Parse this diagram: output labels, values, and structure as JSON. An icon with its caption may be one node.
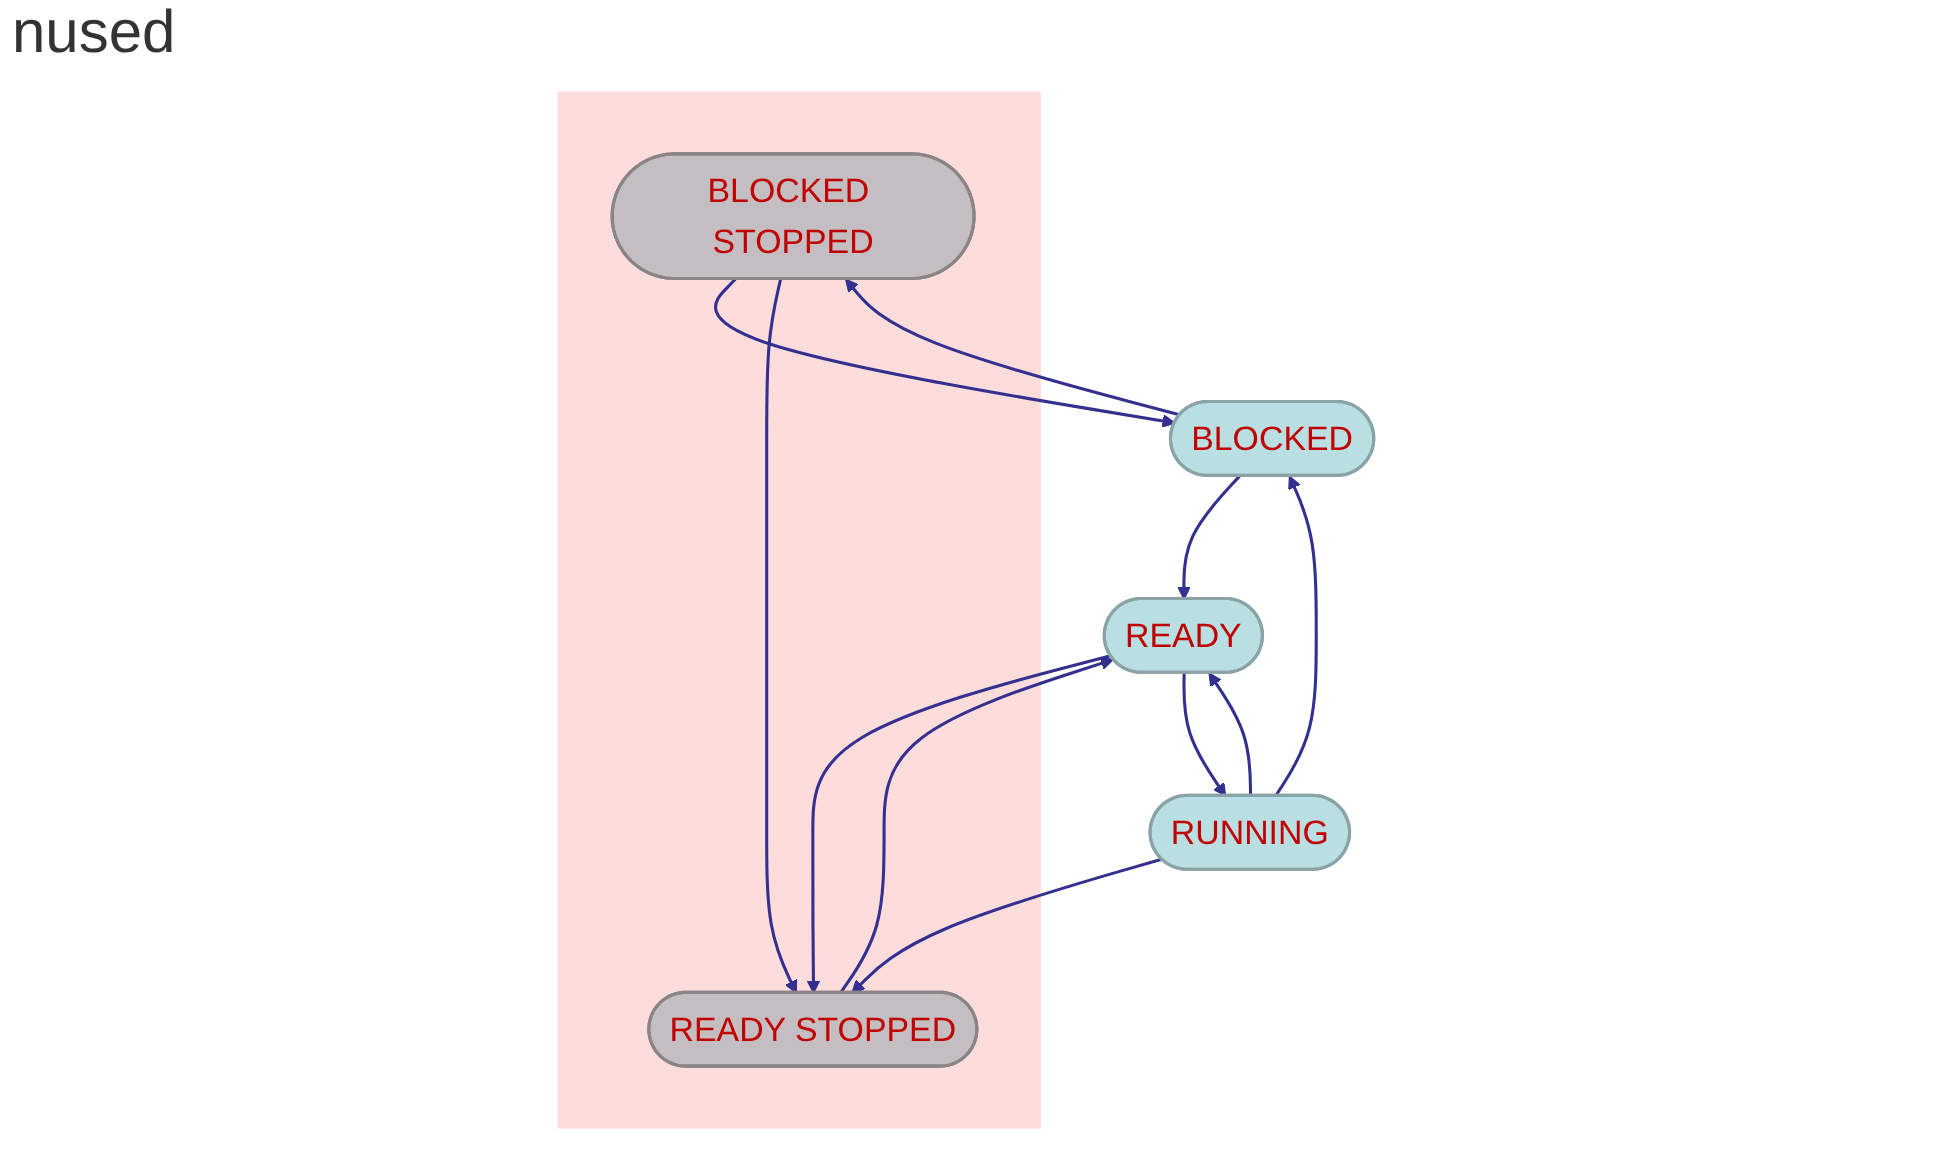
{
  "diagram": {
    "nodes": [
      {
        "text": [],
        "shape": "box"
      },
      {
        "text": [
          "BLOCKED STOPPED"
        ],
        "in": 0
      },
      {
        "text": [
          "READY STOPPED"
        ],
        "in": 0
      },
      {
        "text": [
          "BLOCKED"
        ]
      },
      {
        "text": [
          "RUNNING"
        ]
      },
      {
        "text": [
          "READY"
        ]
      }
    ],
    "edges": [
      {
        "from": 1,
        "to": 3,
        "arrow": "to"
      },
      {
        "from": 3,
        "to": 1,
        "arrow": "to"
      },
      {
        "from": 1,
        "to": 2,
        "arrow": "to"
      },
      {
        "from": 3,
        "to": 5,
        "arrow": "to"
      },
      {
        "from": 2,
        "to": 5,
        "arrow": "to"
      },
      {
        "from": 5,
        "to": 2,
        "arrow": "to"
      },
      {
        "from": 4,
        "to": 3,
        "arrow": "to"
      },
      {
        "from": 4,
        "to": 5,
        "arrow": "to"
      },
      {
        "from": 5,
        "to": 4,
        "arrow": "to"
      },
      {
        "from": 4,
        "to": 2,
        "arrow": "to"
      }
    ],
    "labels": [
      "nused"
    ]
  }
}
